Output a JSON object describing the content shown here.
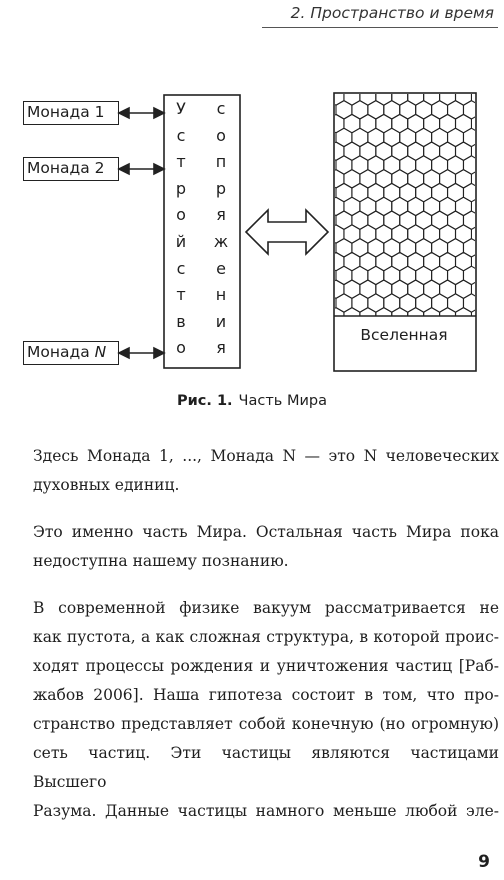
{
  "header": {
    "running_title": "2. Пространство и время"
  },
  "figure": {
    "monads": [
      {
        "label": "Монада 1"
      },
      {
        "label": "Монада 2"
      },
      {
        "label_prefix": "Монада ",
        "label_var": "N"
      }
    ],
    "column_ustroystvo": [
      "У",
      "с",
      "т",
      "р",
      "о",
      "й",
      "с",
      "т",
      "в",
      "о"
    ],
    "column_sopryazhenie": [
      "с",
      "о",
      "п",
      "р",
      "я",
      "ж",
      "е",
      "н",
      "и",
      "я"
    ],
    "universe_label": "Вселенная",
    "caption_number": "Рис. 1.",
    "caption_text": "Часть Мира"
  },
  "body": {
    "paragraph1_line1": "Здесь Монада 1, ..., Монада N — это N человеческих",
    "paragraph1_line2": "духовных единиц.",
    "paragraph2_line1": "Это именно часть Мира. Остальная часть Мира пока",
    "paragraph2_line2": "недоступна нашему познанию.",
    "paragraph3_lines": [
      "В современной физике вакуум рассматривается не",
      "как пустота, а как сложная структура, в которой проис-",
      "ходят процессы рождения и уничтожения частиц [Раб-",
      "жабов 2006]. Наша гипотеза состоит в том, что про-",
      "странство представляет собой конечную (но огромную)",
      "сеть частиц. Эти частицы являются частицами Высшего",
      "Разума. Данные частицы намного меньше любой эле-"
    ]
  },
  "footer": {
    "page_number": "9"
  }
}
